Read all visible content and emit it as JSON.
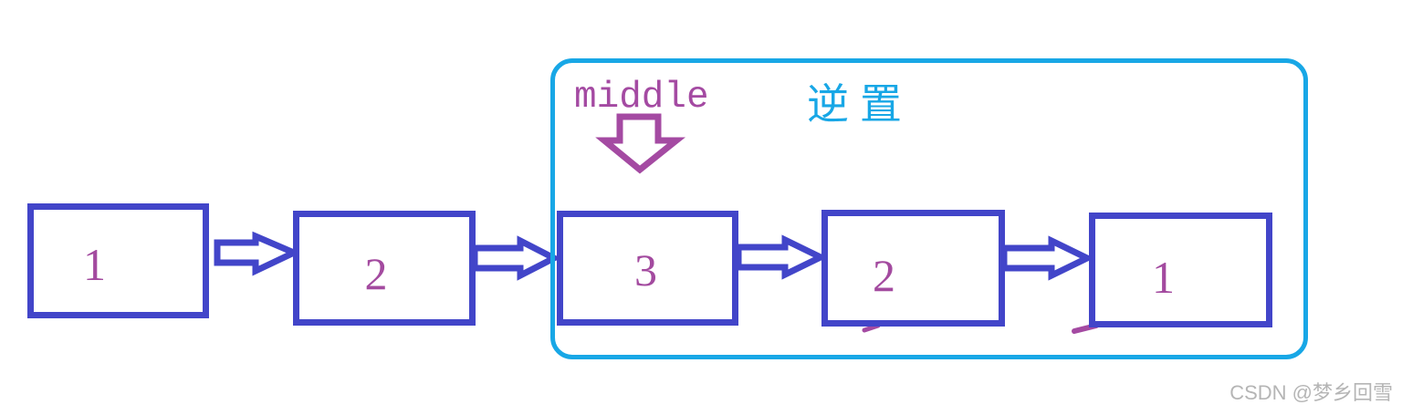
{
  "diagram": {
    "type": "linked-list-reversal",
    "nodes": [
      {
        "value": "1"
      },
      {
        "value": "2"
      },
      {
        "value": "3"
      },
      {
        "value": "2"
      },
      {
        "value": "1"
      }
    ],
    "links": [
      {
        "from": 0,
        "to": 1
      },
      {
        "from": 1,
        "to": 2
      },
      {
        "from": 2,
        "to": 3
      },
      {
        "from": 3,
        "to": 4
      }
    ],
    "annotations": {
      "middle_label": "middle",
      "middle_points_to_node_index": 2,
      "reverse_region_label": "逆置",
      "reverse_region_nodes": [
        2,
        3,
        4
      ]
    },
    "colors": {
      "node_border": "#4245c9",
      "node_value_text": "#a34a9f",
      "link_arrow": "#4245c9",
      "middle_label_and_arrow": "#a44aa2",
      "reverse_region_border": "#18a7e6",
      "reverse_region_label": "#18a7e6",
      "watermark_text": "#b5b5b5",
      "background": "#ffffff"
    }
  },
  "watermark": "CSDN @梦乡回雪"
}
